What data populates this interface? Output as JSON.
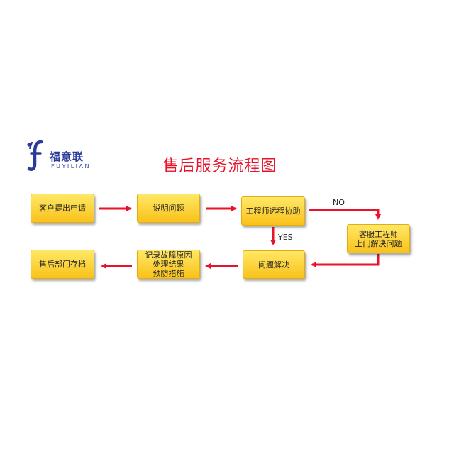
{
  "logo": {
    "name_cn": "福意联",
    "name_en": "FUYILIAN",
    "mark_color": "#2a3b9a",
    "mark_accent": "#e8132b"
  },
  "title": "售后服务流程图",
  "steps": {
    "customer_request": "客户提出申请",
    "explain_problem": "说明问题",
    "remote_assist": "工程师远程协助",
    "onsite_service": "客服工程师\n上门解决问题",
    "problem_solved": "问题解决",
    "record": "记录故障原因\n处理结果\n预防措施",
    "archive": "售后部门存档"
  },
  "branch_labels": {
    "no": "NO",
    "yes": "YES"
  },
  "colors": {
    "arrow": "#e8132b",
    "box_fill_top": "#ffe866",
    "box_fill_bottom": "#f9c21a",
    "title": "#e8132b"
  }
}
